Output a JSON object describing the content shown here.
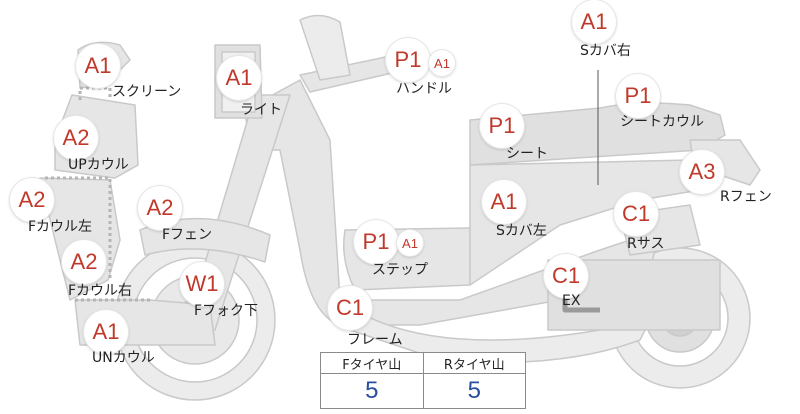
{
  "colors": {
    "part_fill": "#e6e6e6",
    "part_stroke": "#c9c9c9",
    "grade_text": "#c0392b",
    "table_value": "#2a4fa0"
  },
  "parts": [
    {
      "id": "screen",
      "grade": "A1",
      "label": "スクリーン"
    },
    {
      "id": "up-cowl",
      "grade": "A2",
      "label": "UPカウル"
    },
    {
      "id": "f-cowl-left",
      "grade": "A2",
      "label": "Fカウル左"
    },
    {
      "id": "f-cowl-right",
      "grade": "A2",
      "label": "Fカウル右"
    },
    {
      "id": "un-cowl",
      "grade": "A1",
      "label": "UNカウル"
    },
    {
      "id": "light",
      "grade": "A1",
      "label": "ライト"
    },
    {
      "id": "f-fender",
      "grade": "A2",
      "label": "Fフェン"
    },
    {
      "id": "f-fork-lower",
      "grade": "W1",
      "label": "Fフォク下"
    },
    {
      "id": "frame",
      "grade": "C1",
      "label": "フレーム"
    },
    {
      "id": "step",
      "grade": "P1",
      "grade2": "A1",
      "label": "ステップ"
    },
    {
      "id": "handle",
      "grade": "P1",
      "grade2": "A1",
      "label": "ハンドル"
    },
    {
      "id": "seat",
      "grade": "P1",
      "label": "シート"
    },
    {
      "id": "s-cover-right",
      "grade": "A1",
      "label": "Sカバ右"
    },
    {
      "id": "seat-cowl",
      "grade": "P1",
      "label": "シートカウル"
    },
    {
      "id": "r-fender",
      "grade": "A3",
      "label": "Rフェン"
    },
    {
      "id": "s-cover-left",
      "grade": "A1",
      "label": "Sカバ左"
    },
    {
      "id": "r-suspension",
      "grade": "C1",
      "label": "Rサス"
    },
    {
      "id": "exhaust",
      "grade": "C1",
      "label": "EX"
    }
  ],
  "tires": {
    "front_label": "Fタイヤ山",
    "rear_label": "Rタイヤ山",
    "front_value": "5",
    "rear_value": "5"
  }
}
